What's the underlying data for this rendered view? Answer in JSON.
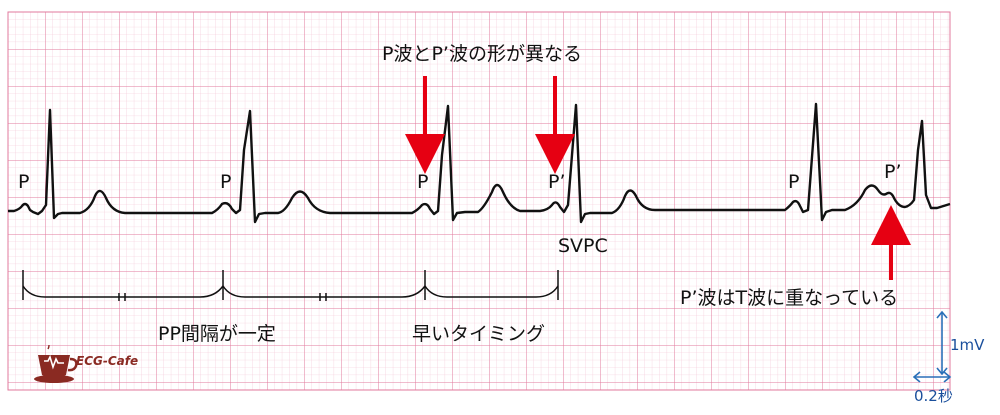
{
  "wave_labels": {
    "p1": "P",
    "p2": "P",
    "p3": "P",
    "p_prime_1": "P’",
    "p4": "P",
    "p_prime_2": "P’"
  },
  "annotations": {
    "top": "P波とP’波の形が異なる",
    "svpc": "SVPC",
    "hidden": "P’波はT波に重なっている",
    "pp_constant": "PP間隔が一定",
    "early_timing": "早いタイミング"
  },
  "scale": {
    "voltage": "1mV",
    "time": "0.2秒"
  },
  "logo": {
    "text": "ECG-Cafe"
  },
  "colors": {
    "grid_major": "#e27a9c",
    "grid_minor": "#f2c2d2",
    "trace": "#111111",
    "arrow": "#e60012",
    "scale_bar": "#2a6fb8",
    "logo": "#8a2a22"
  }
}
